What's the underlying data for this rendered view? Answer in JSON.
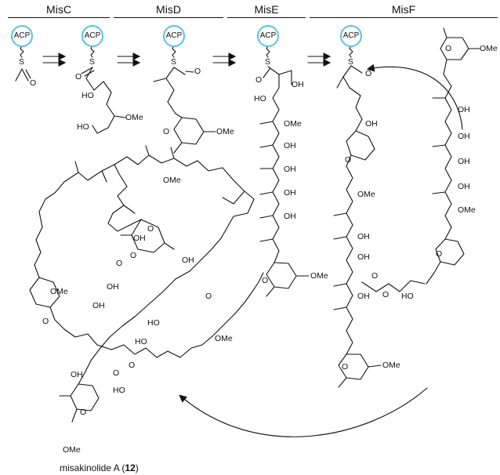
{
  "headers": [
    "MisC",
    "MisD",
    "MisE",
    "MisF"
  ],
  "acp_label": "ACP",
  "labels": {
    "s": "S",
    "o": "O",
    "oh": "OH",
    "ho": "HO",
    "ome": "OMe",
    "pyran_o": "O",
    "ester_o": "O"
  },
  "product": {
    "name": "misakinolide A",
    "number": "12"
  },
  "colors": {
    "acp_ring": "#5bc2e7",
    "bond": "#111111"
  }
}
